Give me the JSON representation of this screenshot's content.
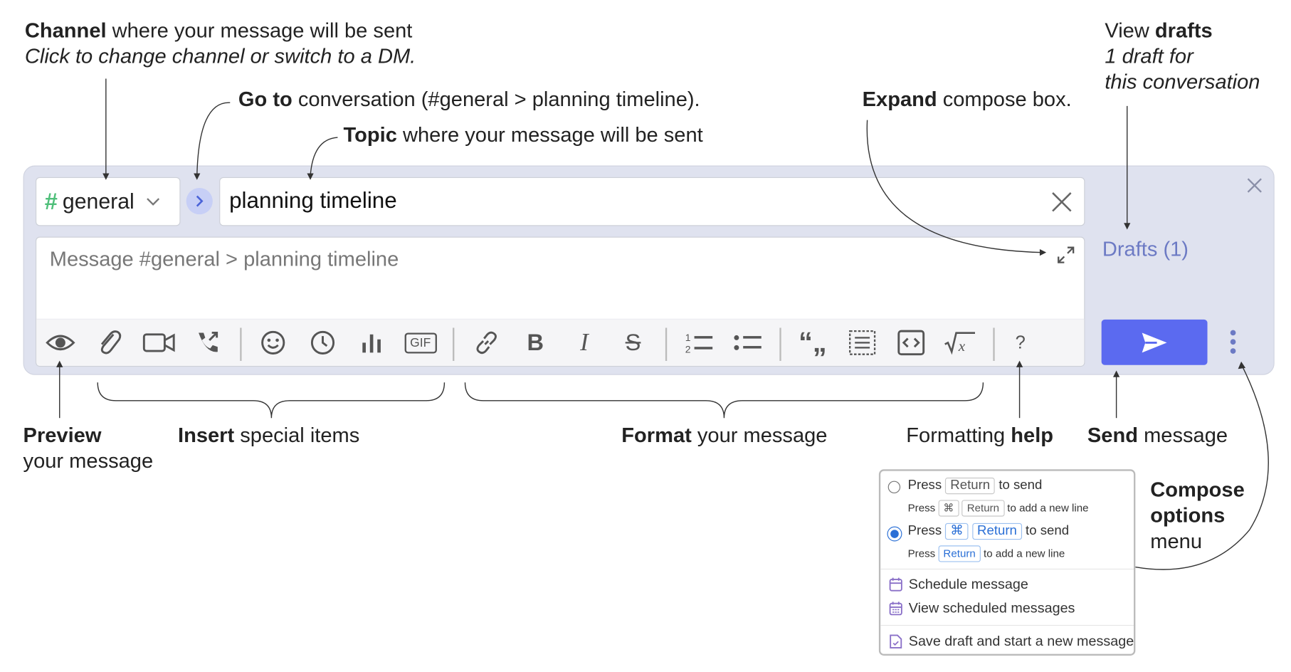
{
  "annotations": {
    "channel": {
      "bold": "Channel",
      "rest": " where your message will be sent",
      "line2": "Click to change channel or switch to a DM."
    },
    "goto": {
      "bold": "Go to",
      "rest": " conversation (#general > planning timeline)."
    },
    "topic": {
      "bold": "Topic",
      "rest": " where your message will be sent"
    },
    "expand": {
      "bold": "Expand",
      "rest": " compose box."
    },
    "drafts": {
      "pre": "View ",
      "bold": "drafts",
      "line2": "1 draft for",
      "line3": "this conversation"
    },
    "preview": {
      "bold": "Preview",
      "line2": "your message"
    },
    "insert": {
      "bold": "Insert",
      "rest": " special items"
    },
    "format": {
      "bold": "Format",
      "rest": " your message"
    },
    "help": {
      "pre": "Formatting ",
      "bold": "help"
    },
    "send": {
      "bold": "Send",
      "rest": " message"
    },
    "compose_options": {
      "bold1": "Compose",
      "bold2": "options",
      "line3": "menu"
    }
  },
  "compose": {
    "channel": "general",
    "topic": "planning timeline",
    "message_placeholder": "Message #general > planning timeline",
    "drafts_label": "Drafts (1)",
    "send_icon": "send-icon",
    "colors": {
      "send_button": "#5b6af0",
      "hash": "#4fbf7a",
      "drafts": "#6c7ac4",
      "box": "#dfe2ef"
    }
  },
  "toolbar": {
    "icons": [
      "eye-icon",
      "paperclip-icon",
      "video-icon",
      "phone-icon",
      "smile-icon",
      "clock-icon",
      "poll-icon",
      "gif-icon",
      "link-icon",
      "bold-icon",
      "italic-icon",
      "strikethrough-icon",
      "numbered-list-icon",
      "bullet-list-icon",
      "quote-icon",
      "spoiler-icon",
      "code-icon",
      "math-icon",
      "help-icon"
    ],
    "gif_label": "GIF",
    "help_label": "?"
  },
  "menu": {
    "option1": {
      "press": "Press",
      "key": "Return",
      "to_send": "to send",
      "sub_press": "Press",
      "sub_key1": "⌘",
      "sub_key2": "Return",
      "sub_rest": "to add a new line",
      "selected": false
    },
    "option2": {
      "press": "Press",
      "key1": "⌘",
      "key2": "Return",
      "to_send": "to send",
      "sub_press": "Press",
      "sub_key": "Return",
      "sub_rest": "to add a new line",
      "selected": true
    },
    "schedule": "Schedule message",
    "view_scheduled": "View scheduled messages",
    "save_draft": "Save draft and start a new message"
  }
}
